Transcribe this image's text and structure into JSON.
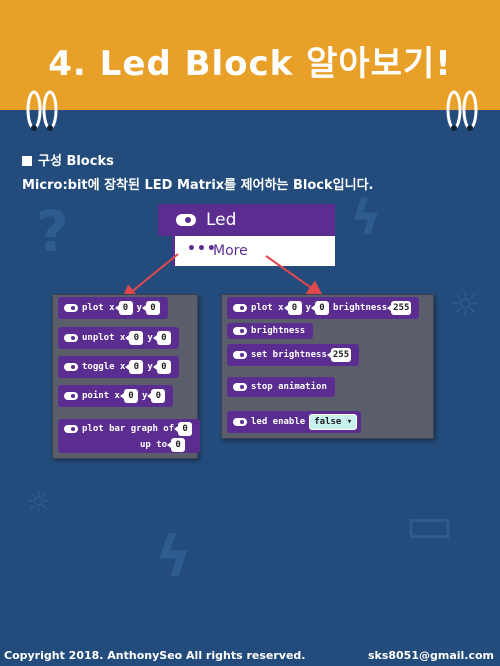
{
  "header": {
    "title": "4. Led Block 알아보기!"
  },
  "section": {
    "heading": "구성 Blocks",
    "description": "Micro:bit에 장착된 LED Matrix를 제어하는 Block입니다."
  },
  "toolbox": {
    "category": "Led",
    "more": "More"
  },
  "left_blocks": {
    "plot": {
      "label": "plot x",
      "x": "0",
      "y_label": "y",
      "y": "0"
    },
    "unplot": {
      "label": "unplot x",
      "x": "0",
      "y_label": "y",
      "y": "0"
    },
    "toggle": {
      "label": "toggle x",
      "x": "0",
      "y_label": "y",
      "y": "0"
    },
    "point": {
      "label": "point x",
      "x": "0",
      "y_label": "y",
      "y": "0"
    },
    "plot_bar": {
      "label": "plot bar graph of",
      "value": "0",
      "up_to": "up to",
      "max": "0"
    }
  },
  "right_blocks": {
    "plot_bright": {
      "label": "plot x",
      "x": "0",
      "y_label": "y",
      "y": "0",
      "b_label": "brightness",
      "b": "255"
    },
    "brightness": {
      "label": "brightness"
    },
    "set_brightness": {
      "label": "set brightness",
      "value": "255"
    },
    "stop_animation": {
      "label": "stop animation"
    },
    "led_enable": {
      "label": "led enable",
      "value": "false ▾"
    }
  },
  "footer": {
    "copyright": "Copyright 2018. AnthonySeo All rights reserved.",
    "email": "sks8051@gmail.com"
  },
  "colors": {
    "header": "#e9a028",
    "background": "#234c7c",
    "block": "#5b2d91",
    "panel": "#5a5d6a"
  }
}
